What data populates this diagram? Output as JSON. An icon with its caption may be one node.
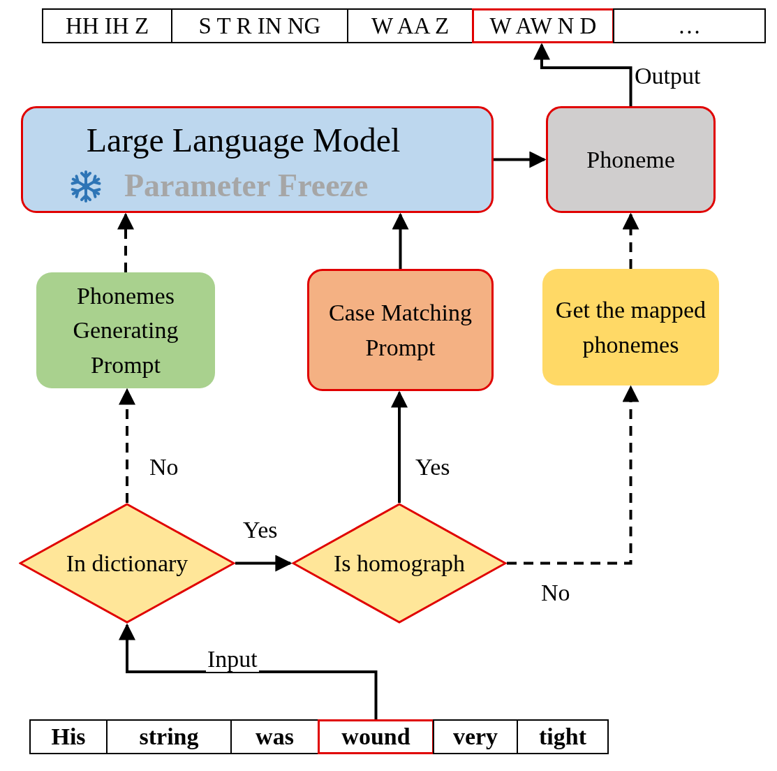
{
  "diagram": {
    "nodes": [
      {
        "text": [
          "HH IH Z"
        ]
      },
      {
        "text": [
          "S T R IN NG"
        ]
      },
      {
        "text": [
          "W AA Z"
        ]
      },
      {
        "text": [
          "W AW N D"
        ]
      },
      {
        "text": [
          "…"
        ]
      },
      {
        "text": [
          "Large Language Model",
          "Parameter Freeze"
        ]
      },
      {
        "text": [
          "Phoneme"
        ]
      },
      {
        "text": [
          "Phonemes Generating Prompt"
        ]
      },
      {
        "text": [
          "Case Matching Prompt"
        ]
      },
      {
        "text": [
          "Get the mapped phonemes"
        ]
      },
      {
        "text": [
          "In dictionary"
        ]
      },
      {
        "text": [
          "Is homograph"
        ]
      },
      {
        "text": [
          "His"
        ]
      },
      {
        "text": [
          "string"
        ]
      },
      {
        "text": [
          "was"
        ]
      },
      {
        "text": [
          "wound"
        ]
      },
      {
        "text": [
          "very"
        ]
      },
      {
        "text": [
          "tight"
        ]
      }
    ],
    "edges": [
      {
        "from": 15,
        "to": 10,
        "arrow": "to",
        "label": "Input"
      },
      {
        "from": 10,
        "to": 7,
        "arrow": "to",
        "label": "No",
        "style": "dashed"
      },
      {
        "from": 10,
        "to": 11,
        "arrow": "to",
        "label": "Yes"
      },
      {
        "from": 11,
        "to": 8,
        "arrow": "to",
        "label": "Yes"
      },
      {
        "from": 11,
        "to": 9,
        "arrow": "to",
        "label": "No",
        "style": "dashed"
      },
      {
        "from": 7,
        "to": 5,
        "arrow": "to",
        "style": "dashed"
      },
      {
        "from": 8,
        "to": 5,
        "arrow": "to"
      },
      {
        "from": 9,
        "to": 6,
        "arrow": "to",
        "style": "dashed"
      },
      {
        "from": 5,
        "to": 6,
        "arrow": "to"
      },
      {
        "from": 6,
        "to": 3,
        "arrow": "to",
        "label": "Output"
      }
    ]
  }
}
